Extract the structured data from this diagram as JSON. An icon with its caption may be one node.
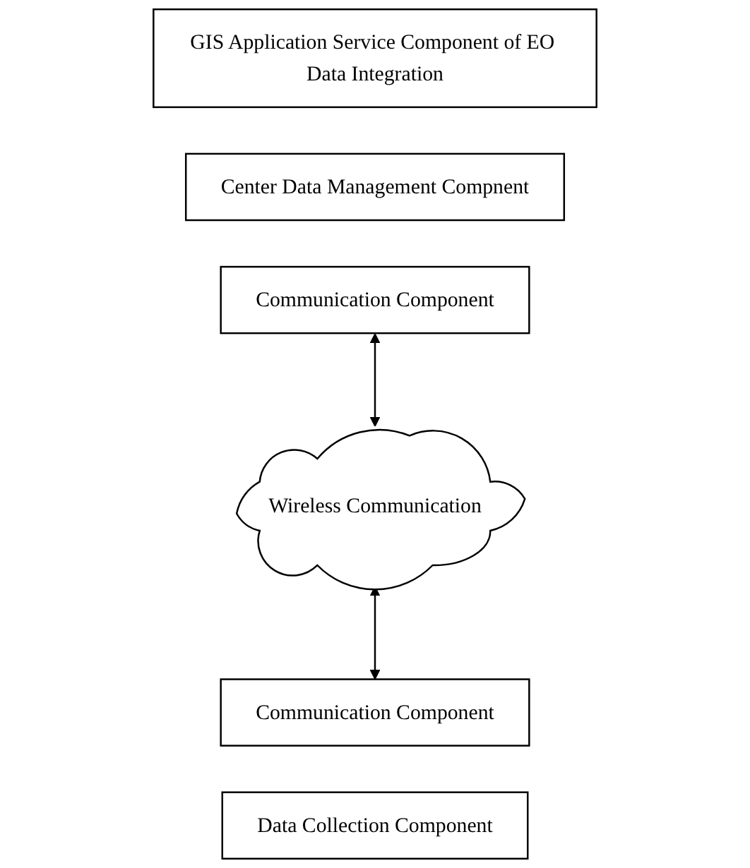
{
  "diagram": {
    "nodes": [
      {
        "text": [
          "GIS Application Service Component of EO Data Integration"
        ]
      },
      {
        "text": [
          "Center Data Management Compnent"
        ]
      },
      {
        "text": [
          "Communication Component"
        ]
      },
      {
        "text": [
          "Wireless Communication"
        ]
      },
      {
        "text": [
          "Communication Component"
        ]
      },
      {
        "text": [
          "Data Collection Component"
        ]
      }
    ],
    "edges": [
      {
        "from": 2,
        "to": 3,
        "arrow": "both"
      },
      {
        "from": 3,
        "to": 4,
        "arrow": "both"
      }
    ]
  }
}
